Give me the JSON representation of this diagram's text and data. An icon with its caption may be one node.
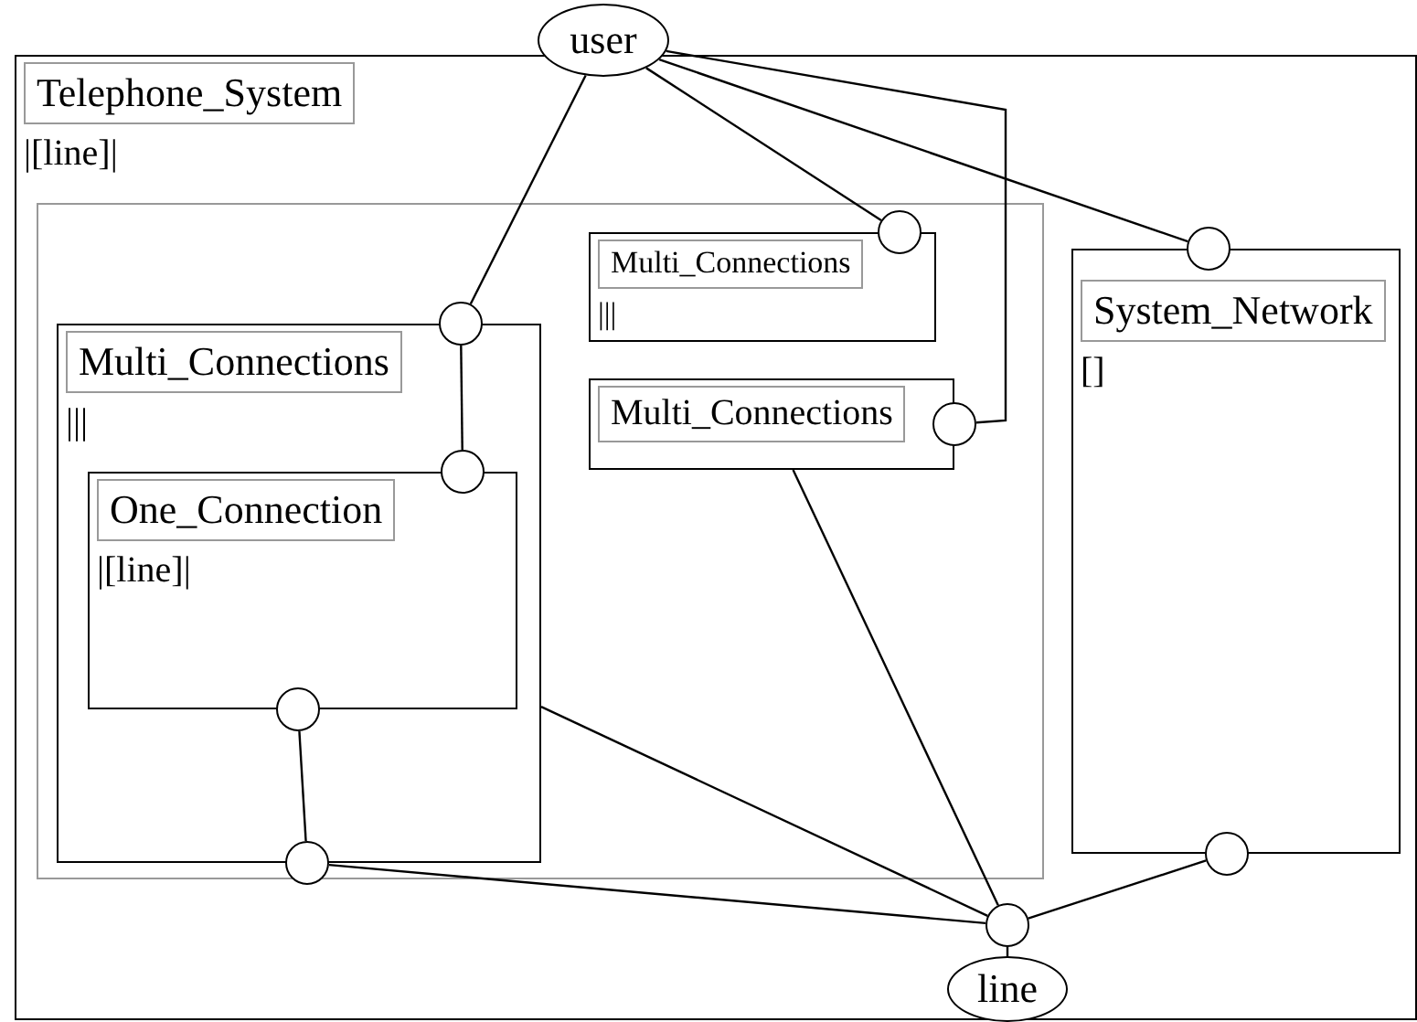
{
  "diagram": {
    "nodes": [
      {
        "text": [
          "Telephone_System",
          "|[line]|"
        ]
      },
      {
        "text": [],
        "shape": "box",
        "in": 0
      },
      {
        "text": [
          "Multi_Connections",
          "|||"
        ],
        "in": 1
      },
      {
        "text": [
          "Multi_Connections"
        ],
        "in": 1
      },
      {
        "text": [
          "Multi_Connections",
          "|||"
        ],
        "in": 1
      },
      {
        "text": [
          "One_Connection",
          "|[line]|"
        ],
        "in": 4
      },
      {
        "text": [
          "System_Network",
          "[]"
        ],
        "in": 0
      },
      {
        "text": [
          "user"
        ]
      },
      {
        "text": [
          "line"
        ],
        "in": 0
      },
      {
        "text": [],
        "shape": "circle",
        "in": 1
      },
      {
        "text": [],
        "shape": "circle",
        "in": 1
      },
      {
        "text": [],
        "shape": "circle",
        "in": 1
      },
      {
        "text": [],
        "shape": "circle",
        "in": 4
      },
      {
        "text": [],
        "shape": "circle",
        "in": 0
      },
      {
        "text": [],
        "shape": "circle",
        "in": 4
      },
      {
        "text": [],
        "shape": "circle",
        "in": 1
      },
      {
        "text": [],
        "shape": "circle",
        "in": 0
      },
      {
        "text": [],
        "shape": "circle",
        "in": 0
      }
    ],
    "edges": [
      {
        "from": 7,
        "to": 9,
        "arrow": "none"
      },
      {
        "from": 7,
        "to": 10,
        "arrow": "none"
      },
      {
        "from": 7,
        "to": 11,
        "arrow": "none"
      },
      {
        "from": 7,
        "to": 13,
        "arrow": "none"
      },
      {
        "from": 11,
        "to": 12,
        "arrow": "none"
      },
      {
        "from": 14,
        "to": 15,
        "arrow": "none"
      },
      {
        "from": 15,
        "to": 16,
        "arrow": "none"
      },
      {
        "from": 4,
        "to": 16,
        "arrow": "none"
      },
      {
        "from": 3,
        "to": 16,
        "arrow": "none"
      },
      {
        "from": 16,
        "to": 17,
        "arrow": "none"
      },
      {
        "from": 16,
        "to": 8,
        "arrow": "none"
      }
    ]
  }
}
